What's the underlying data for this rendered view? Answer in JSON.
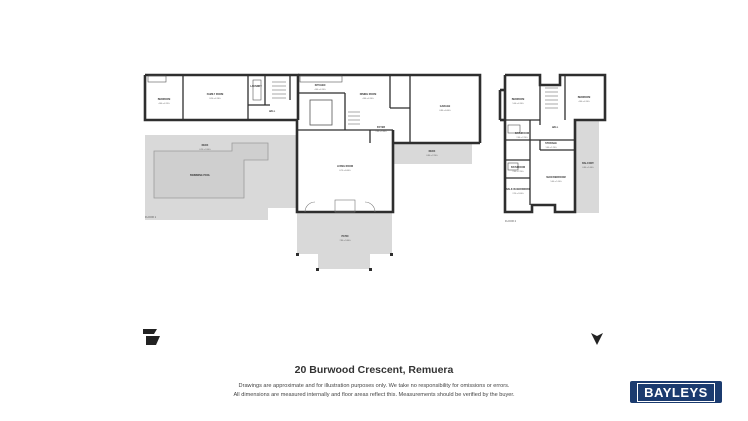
{
  "address": "20 Burwood Crescent, Remuera",
  "disclaimer_line1": "Drawings are approximate and for illustration purposes only. We take no responsibility for omissions or errors.",
  "disclaimer_line2": "All dimensions are measured internally and floor areas reflect this. Measurements should be verified by the buyer.",
  "brand": "BAYLEYS",
  "colors": {
    "brand_blue": "#1b3b6f",
    "wall": "#2e2e2e",
    "outdoor": "#d9d9d9",
    "pool": "#d2d2d2"
  },
  "floors": [
    {
      "label": "FLOOR 1",
      "rooms": [
        {
          "name": "BEDROOM",
          "dim": "4.60 x 4.15 ft"
        },
        {
          "name": "FAMILY ROOM",
          "dim": "8.50 x 4.16 ft"
        },
        {
          "name": "LAUNDRY",
          "dim": ""
        },
        {
          "name": "HALL",
          "dim": ""
        },
        {
          "name": "KITCHEN",
          "dim": "4.60 x 4.10 ft"
        },
        {
          "name": "DINING ROOM",
          "dim": "4.60 x 4.10 ft"
        },
        {
          "name": "GARAGE",
          "dim": "6.80 x 6.60 ft"
        },
        {
          "name": "FOYER",
          "dim": "2.60 x 2.40 ft"
        },
        {
          "name": "DECK",
          "dim": "6.80 x 2.20 ft"
        },
        {
          "name": "LIVING ROOM",
          "dim": "6.70 x 6.60 ft"
        },
        {
          "name": "DECK",
          "dim": "6.20 x 2.60 ft"
        },
        {
          "name": "SWIMMING POOL",
          "dim": ""
        },
        {
          "name": "PATIO",
          "dim": "7.80 x 5.80 ft"
        }
      ]
    },
    {
      "label": "FLOOR 2",
      "rooms": [
        {
          "name": "BEDROOM",
          "dim": "5.00 x 4.10 ft"
        },
        {
          "name": "BEDROOM",
          "dim": "4.60 x 4.10 ft"
        },
        {
          "name": "HALL",
          "dim": ""
        },
        {
          "name": "BATHROOM",
          "dim": "2.60 x 2.20 ft"
        },
        {
          "name": "STORAGE",
          "dim": "1.60 x 1.20 ft"
        },
        {
          "name": "BATHROOM",
          "dim": "2.40 x 2.20 ft"
        },
        {
          "name": "MAIN BEDROOM",
          "dim": "5.60 x 5.10 ft"
        },
        {
          "name": "BALCONY",
          "dim": "6.80 x 1.60 ft"
        },
        {
          "name": "WALK IN WARDROBE",
          "dim": "2.20 x 2.00 ft"
        }
      ]
    }
  ]
}
